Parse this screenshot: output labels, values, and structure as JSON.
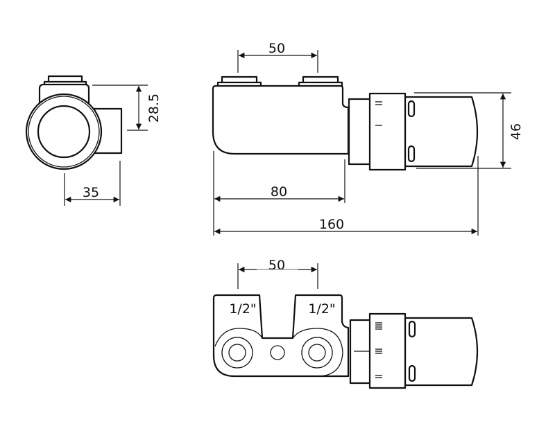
{
  "title": "Thermostatic radiator valve set – dimensional drawing",
  "views": {
    "end_view": {
      "height_dim": "28.5",
      "width_dim": "35"
    },
    "side_view": {
      "spacing_dim": "50",
      "body_length_dim": "80",
      "total_length_dim": "160",
      "head_diameter_dim": "46"
    },
    "bottom_view": {
      "spacing_dim": "50",
      "thread_left": "1/2\"",
      "thread_right": "1/2\""
    }
  },
  "colors": {
    "line": "#111111",
    "background": "#ffffff"
  }
}
